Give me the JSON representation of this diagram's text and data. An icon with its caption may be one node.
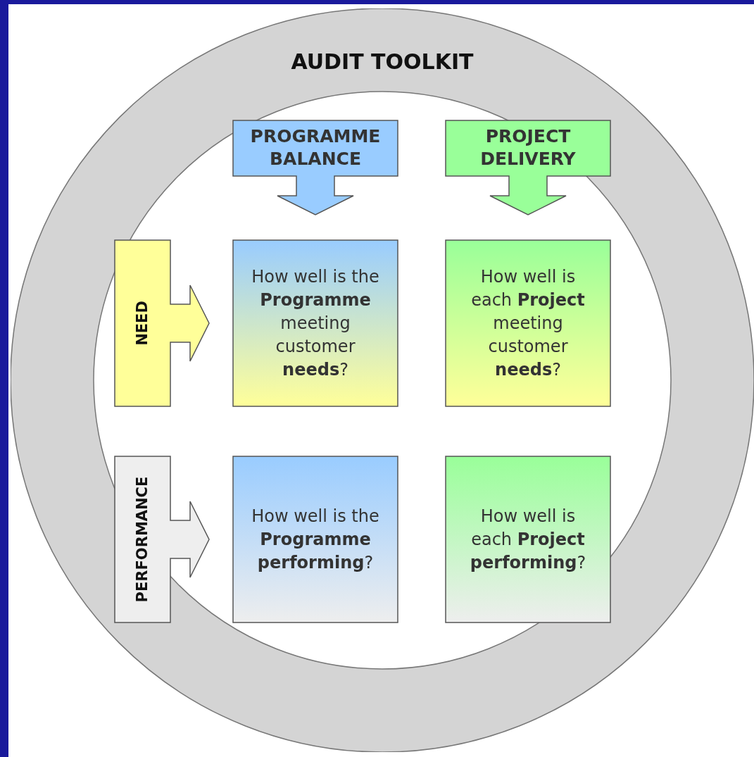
{
  "diagram": {
    "nodes": [
      {
        "text": [
          "AUDIT TOOLKIT"
        ]
      },
      {
        "text": [
          "PROGRAMME BALANCE"
        ],
        "in": 0
      },
      {
        "text": [
          "PROJECT DELIVERY"
        ],
        "in": 0
      },
      {
        "text": [
          "NEED"
        ],
        "in": 0
      },
      {
        "text": [
          "How well is the **Programme** meeting customer **needs**?"
        ],
        "in": 0
      },
      {
        "text": [
          "How well is each **Project** meeting customer **needs**?"
        ],
        "in": 0
      },
      {
        "text": [
          "PERFORMANCE"
        ],
        "in": 0
      },
      {
        "text": [
          "How well is the **Programme** **performing**?"
        ],
        "in": 0
      },
      {
        "text": [
          "How well is each **Project** **performing**?"
        ],
        "in": 0
      }
    ],
    "edges": []
  }
}
